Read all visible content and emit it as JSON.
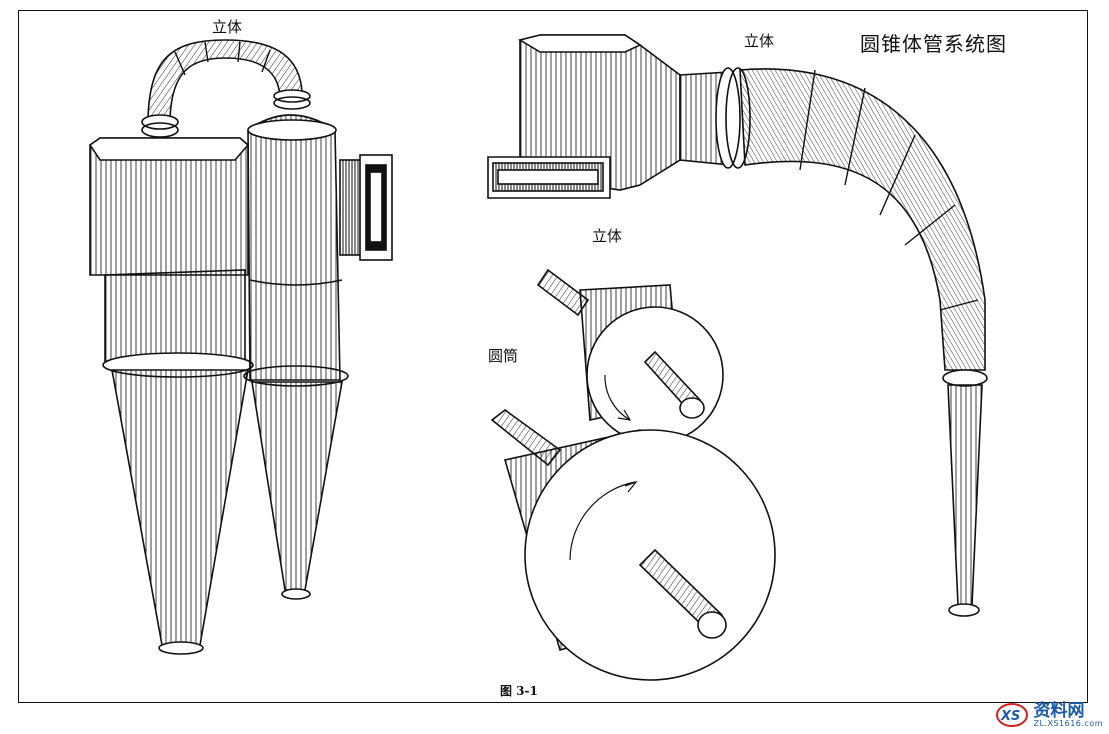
{
  "labels": {
    "title": "圆锥体管系统图",
    "solid_top_left": "立体",
    "solid_top_right": "立体",
    "solid_middle": "立体",
    "cylinder": "圆筒",
    "figure": "图 3-1"
  },
  "watermark": {
    "text": "资料网",
    "url": "ZL.XS1616.com"
  },
  "colors": {
    "ink": "#111111",
    "paper": "#ffffff",
    "watermark": "#1d5aa8"
  }
}
